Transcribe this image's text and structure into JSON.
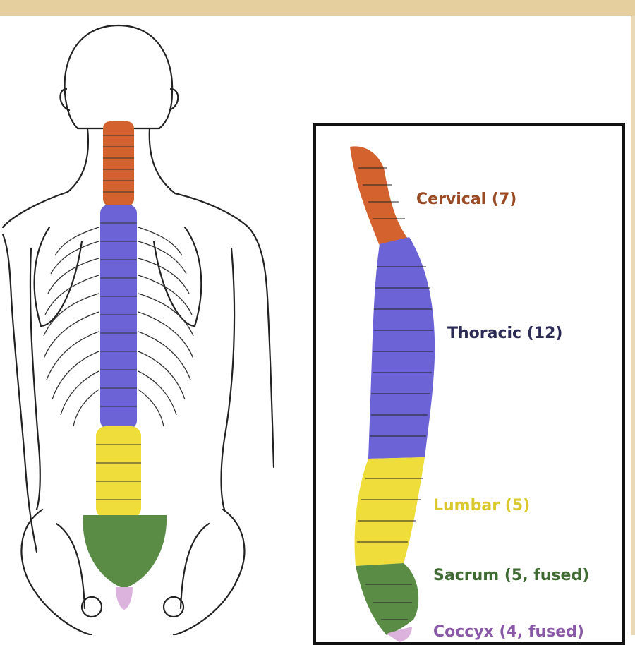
{
  "colors": {
    "cervical": "#d4622e",
    "thoracic": "#6b63d6",
    "lumbar": "#eedd3a",
    "sacrum": "#5a8c46",
    "coccyx": "#dcb3dc",
    "frame": "#e5cf9e"
  },
  "regions": [
    {
      "id": "cervical",
      "label": "Cervical (7)",
      "color": "#9b4a24"
    },
    {
      "id": "thoracic",
      "label": "Thoracic (12)",
      "color": "#2b2b55"
    },
    {
      "id": "lumbar",
      "label": "Lumbar (5)",
      "color": "#d9c92f"
    },
    {
      "id": "sacrum",
      "label": "Sacrum (5, fused)",
      "color": "#3f6b33"
    },
    {
      "id": "coccyx",
      "label": "Coccyx (4, fused)",
      "color": "#8a58a8"
    }
  ]
}
